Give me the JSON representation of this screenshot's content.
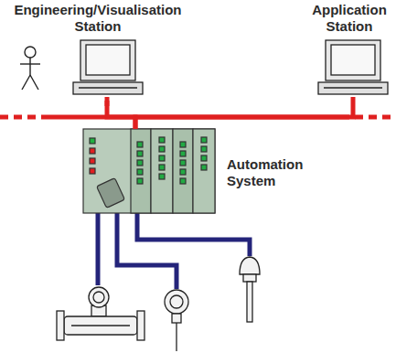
{
  "diagram": {
    "nodes": [
      {
        "text": [
          "Engineering/Visualisation Station"
        ]
      },
      {
        "text": [
          "Application Station"
        ]
      },
      {
        "text": [
          "Automation System"
        ]
      }
    ],
    "edges": [
      {
        "from": 0,
        "to": 2,
        "arrow": "none"
      },
      {
        "from": 1,
        "to": 2,
        "arrow": "none"
      }
    ]
  }
}
